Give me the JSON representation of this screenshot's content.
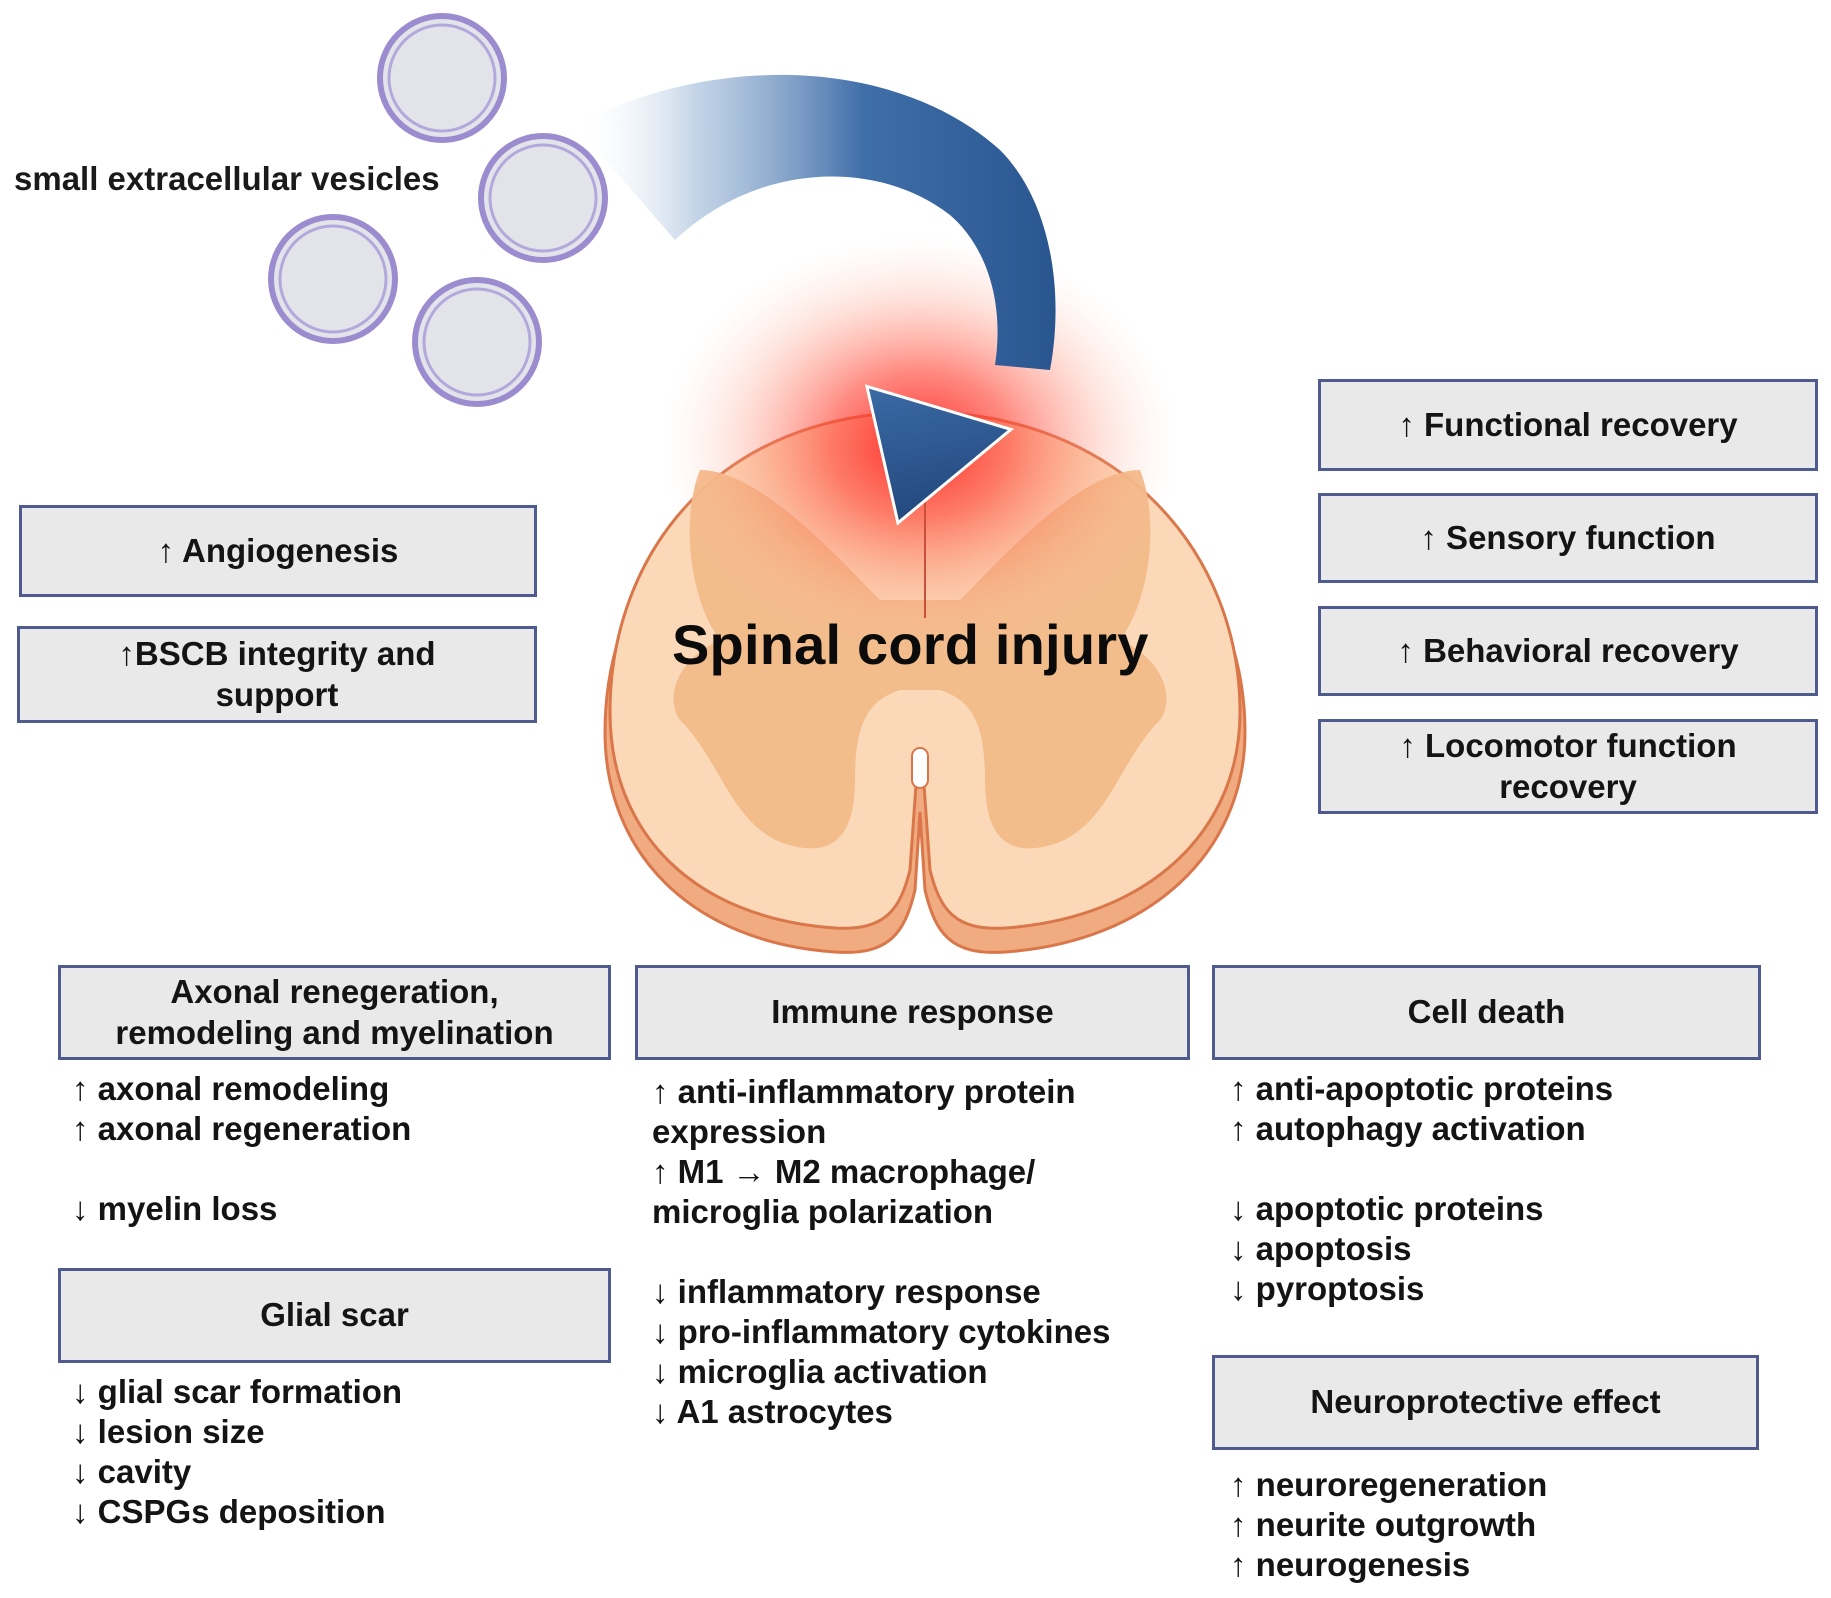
{
  "vesicles_label": "small extracellular vesicles",
  "center_title": "Spinal cord injury",
  "left_boxes": [
    "↑ Angiogenesis",
    "↑BSCB integrity and support"
  ],
  "right_boxes": [
    "↑ Functional recovery",
    "↑ Sensory function",
    "↑ Behavioral recovery",
    "↑ Locomotor function recovery"
  ],
  "categories": {
    "axonal": {
      "title": "Axonal renegeration, remodeling and myelination",
      "items": [
        "↑ axonal remodeling",
        "↑ axonal regeneration",
        "",
        "↓ myelin loss"
      ]
    },
    "glial": {
      "title": "Glial scar",
      "items": [
        "↓ glial scar formation",
        "↓ lesion size",
        "↓ cavity",
        "↓ CSPGs deposition"
      ]
    },
    "immune": {
      "title": "Immune response",
      "items": [
        "↑ anti-inflammatory protein",
        "expression",
        "↑ M1 → M2 macrophage/",
        "microglia polarization",
        "",
        "↓ inflammatory response",
        "↓ pro-inflammatory cytokines",
        "↓ microglia activation",
        "↓ A1 astrocytes"
      ]
    },
    "cell_death": {
      "title": "Cell death",
      "items": [
        "↑ anti-apoptotic proteins",
        "↑ autophagy activation",
        "",
        "↓ apoptotic proteins",
        "↓ apoptosis",
        "↓ pyroptosis"
      ]
    },
    "neuroprotective": {
      "title": "Neuroprotective effect",
      "items": [
        "↑ neuroregeneration",
        "↑ neurite outgrowth",
        "↑ neurogenesis"
      ]
    }
  },
  "colors": {
    "box_fill": "#e9e9ea",
    "box_border": "#4f5a8e",
    "vesicle_ring": "#9b8cd0",
    "vesicle_fill": "#e3e3ea",
    "arrow_blue": "#2f5f9a",
    "cord_outer": "#f6c8a0",
    "cord_gray_matter": "#f2ba88",
    "cord_border": "#d9774a",
    "injury_red": "#ff2a2a"
  }
}
